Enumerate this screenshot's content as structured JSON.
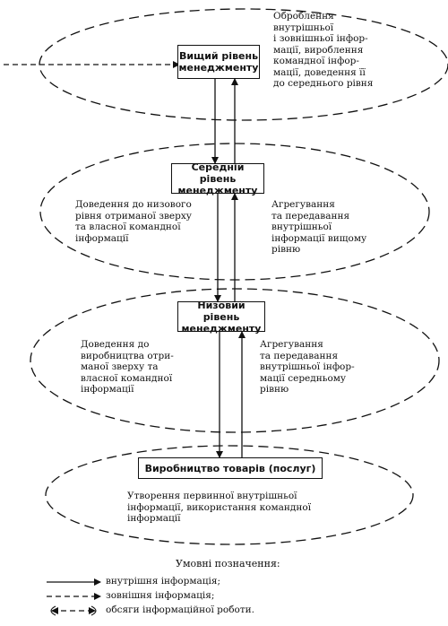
{
  "levels": {
    "top": {
      "box_label": "Вищий рівень менеджменту",
      "note": "Оброблення\nвнутрішньої\nі зовнішньої інфор-\nмації, вироблення\nкомандної інфор-\nмації, доведення її\nдо середнього рівня"
    },
    "middle": {
      "box_label": "Середній рівень менеджменту",
      "note_left": "Доведення до низового\nрівня отриманої зверху\nта власної командної\nінформації",
      "note_right": "Агрегування\nта передавання\nвнутрішньої\nінформації вищому\nрівню"
    },
    "lower": {
      "box_label": "Низовий рівень менеджменту",
      "note_left": "Доведення до\nвиробництва отри-\nманої зверху та\nвласної командної\nінформації",
      "note_right": "Агрегування\nта передавання\nвнутрішньої інфор-\nмації середньому\nрівню"
    },
    "production": {
      "box_label": "Виробництво товарів (послуг)",
      "note": "Утворення первинної внутрішньої\nінформації, використання командної\nінформації"
    }
  },
  "legend": {
    "title": "Умовні позначення:",
    "internal": "внутрішня інформація;",
    "external": "зовнішня інформація;",
    "volume": "обсяги інформаційної роботи."
  }
}
